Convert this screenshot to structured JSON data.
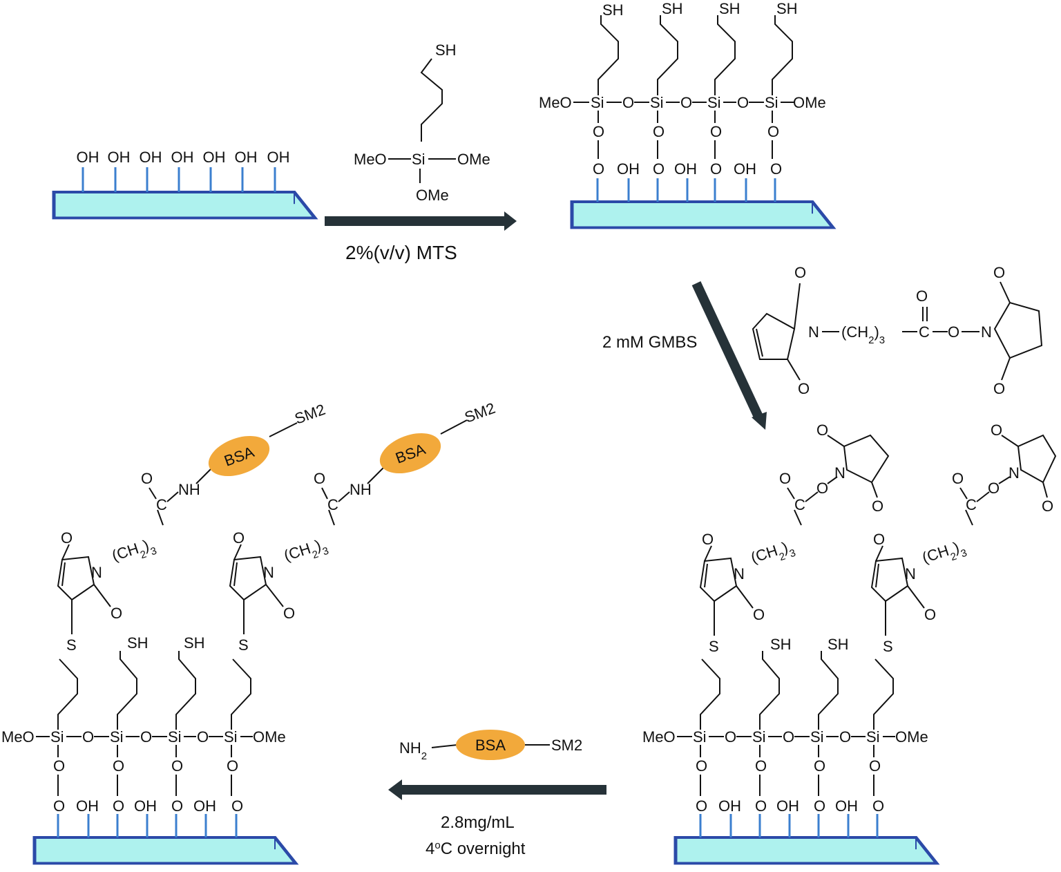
{
  "colors": {
    "glass_fill": "#aef2ee",
    "glass_border": "#2b4aa8",
    "surface_bond": "#3b7fcf",
    "bsa_fill": "#f2a93b",
    "arrow": "#263238"
  },
  "step1": {
    "surface_groups": [
      "OH",
      "OH",
      "OH",
      "OH",
      "OH",
      "OH",
      "OH"
    ],
    "reagent": {
      "thiol": "SH",
      "si": "Si",
      "meo": "MeO",
      "ome_right": "OMe",
      "ome_bottom": "OMe"
    },
    "label": "2%(v/v) MTS"
  },
  "silane_layer": {
    "thiol": "SH",
    "si": "Si",
    "o": "O",
    "meo": "MeO",
    "ome": "OMe",
    "oh": "OH"
  },
  "step2": {
    "label": "2 mM  GMBS",
    "reagent": {
      "n": "N",
      "o": "O",
      "c": "C",
      "chain": "(CH",
      "sub2": "2",
      "close": ")",
      "sub3": "3"
    }
  },
  "step3": {
    "bsa": "BSA",
    "sm2": "SM2",
    "nh2": "NH",
    "nh2_sub": "2",
    "line1": "2.8mg/mL",
    "line2_prefix": "4",
    "line2_sup": "o",
    "line2_suffix": "C overnight"
  },
  "product": {
    "s": "S",
    "nh": "NH"
  }
}
